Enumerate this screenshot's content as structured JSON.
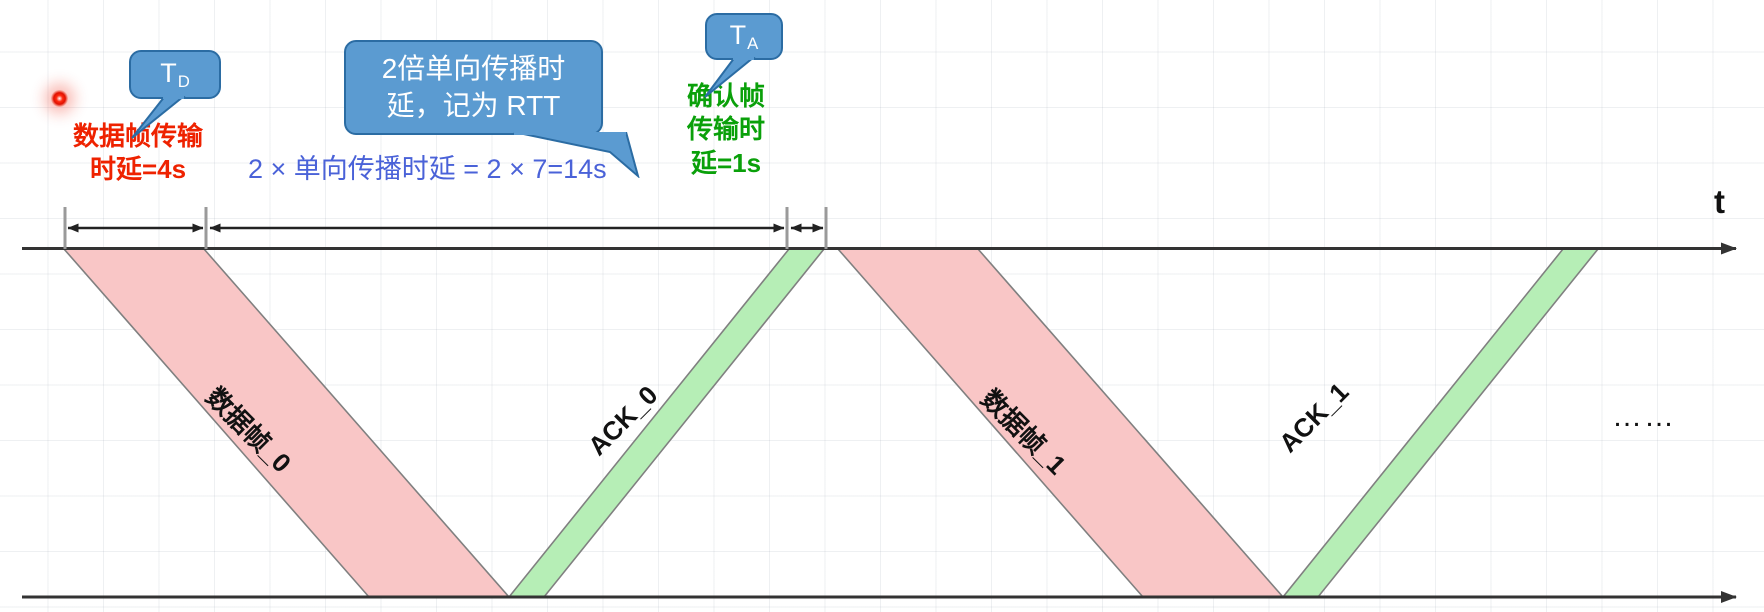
{
  "diagram": {
    "title_axis_label": "t",
    "ellipsis": "……",
    "callouts": {
      "td": {
        "base": "T",
        "sub": "D"
      },
      "ta": {
        "base": "T",
        "sub": "A"
      },
      "rtt": "2倍单向传播时\n延，记为 RTT"
    },
    "annotations": {
      "data_frame_delay": "数据帧传输\n时延=4s",
      "ack_frame_delay": "确认帧\n传输时\n延=1s",
      "rtt_formula": "2 × 单向传播时延 = 2 × 7=14s"
    },
    "bands": [
      {
        "label": "数据帧_0",
        "color": "#f9c6c6",
        "direction": "down"
      },
      {
        "label": "ACK_0",
        "color": "#b6eeb6",
        "direction": "up"
      },
      {
        "label": "数据帧_1",
        "color": "#f9c6c6",
        "direction": "down"
      },
      {
        "label": "ACK_1",
        "color": "#b6eeb6",
        "direction": "up"
      }
    ],
    "colors": {
      "data_fill": "#f9c6c6",
      "ack_fill": "#b6eeb6",
      "band_stroke": "#808080",
      "axis": "#333333",
      "bubble_fill": "#5b9bd1",
      "bubble_stroke": "#2b6ca3",
      "red_text": "#ee2200",
      "green_text": "#0aa00a",
      "blue_text": "#4a62d8",
      "grid": "#96a0af"
    },
    "measures": {
      "td_seconds": "4s",
      "rtt_seconds": "14s",
      "ta_seconds": "1s",
      "one_way_seconds": "7"
    }
  }
}
